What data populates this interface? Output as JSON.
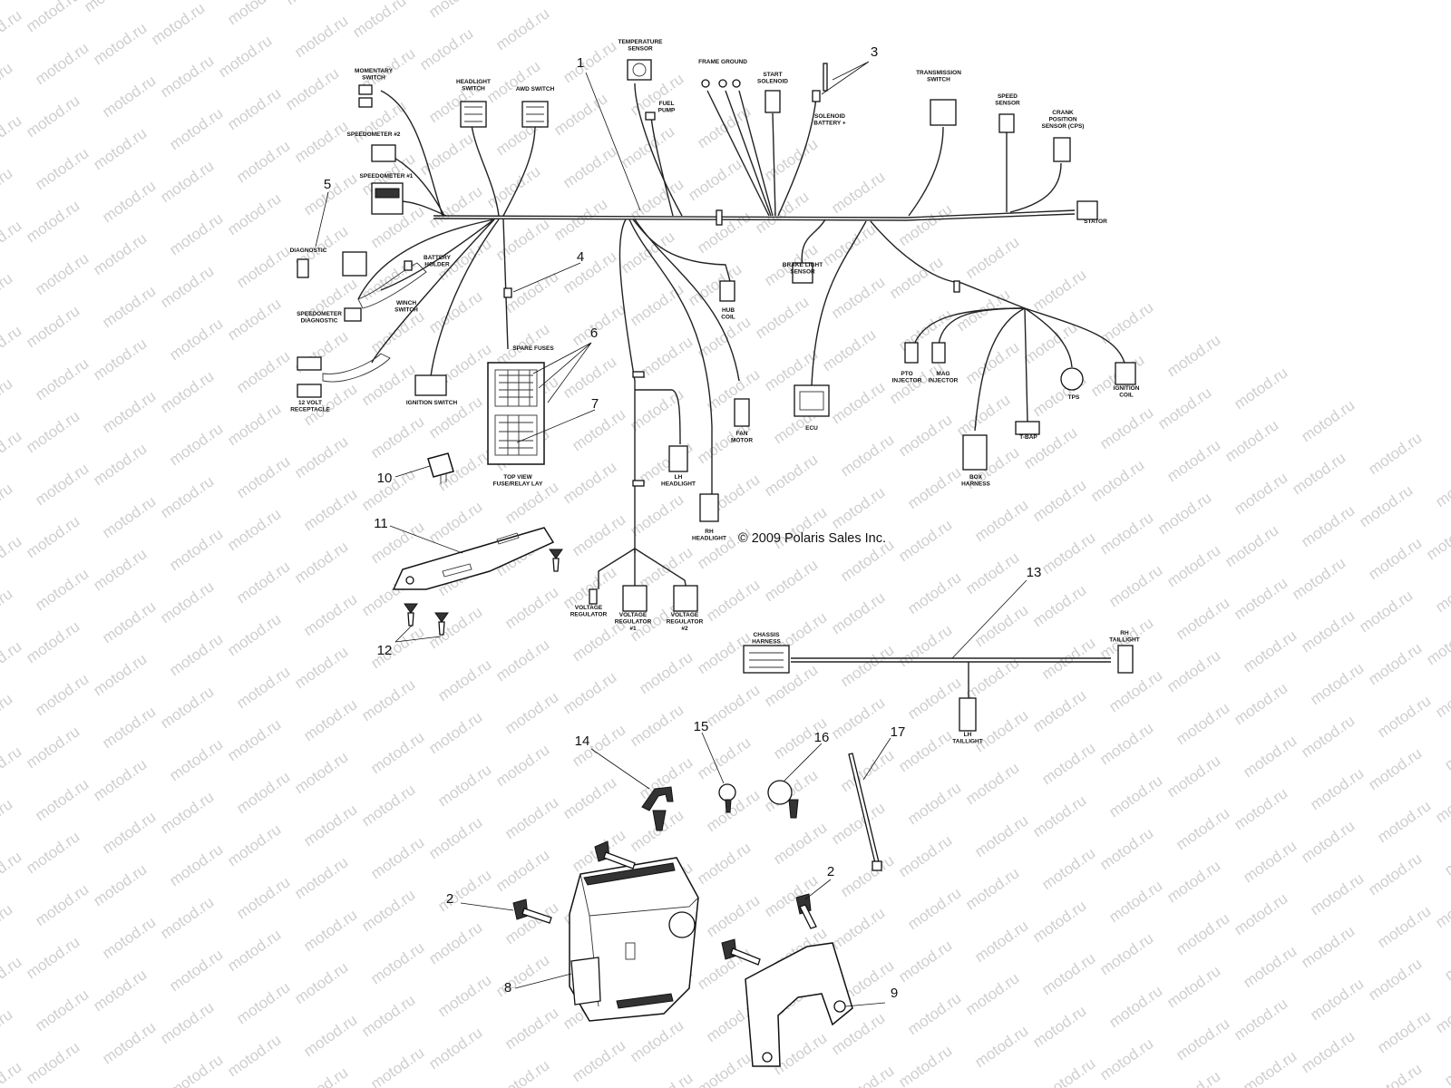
{
  "copyright": "© 2009 Polaris Sales Inc.",
  "watermark": "motod.ru",
  "colors": {
    "line": "#111111",
    "watermark": "#cfcfcf",
    "background": "#ffffff"
  },
  "labels": {
    "momentary_switch": [
      "MOMENTARY",
      "SWITCH"
    ],
    "headlight_switch": [
      "HEADLIGHT",
      "SWITCH"
    ],
    "awd_switch": [
      "AWD SWITCH"
    ],
    "temperature_sensor": [
      "TEMPERATURE",
      "SENSOR"
    ],
    "fuel_pump": [
      "FUEL",
      "PUMP"
    ],
    "frame_ground": [
      "FRAME GROUND"
    ],
    "start_solenoid": [
      "START",
      "SOLENOID"
    ],
    "solenoid_battery": [
      "SOLENOID",
      "BATTERY +"
    ],
    "transmission_switch": [
      "TRANSMISSION",
      "SWITCH"
    ],
    "speed_sensor": [
      "SPEED",
      "SENSOR"
    ],
    "crank_position_sensor": [
      "CRANK",
      "POSITION",
      "SENSOR (CPS)"
    ],
    "stator": [
      "STATOR"
    ],
    "speedometer_2": [
      "SPEEDOMETER #2"
    ],
    "speedometer_1": [
      "SPEEDOMETER #1"
    ],
    "diagnostic": [
      "DIAGNOSTIC"
    ],
    "battery_holder": [
      "BATTERY",
      "HOLDER"
    ],
    "speedometer_diagnostic": [
      "SPEEDOMETER",
      "DIAGNOSTIC"
    ],
    "winch_switch": [
      "WINCH",
      "SWITCH"
    ],
    "receptacle_12v": [
      "12 VOLT",
      "RECEPTACLE"
    ],
    "ignition_switch": [
      "IGNITION SWITCH"
    ],
    "spare_fuses": [
      "SPARE FUSES"
    ],
    "top_view": [
      "TOP VIEW",
      "FUSE/RELAY LAY"
    ],
    "hub_coil": [
      "HUB",
      "COIL"
    ],
    "brake_light_sensor": [
      "BRAKE LIGHT",
      "SENSOR"
    ],
    "fan_motor": [
      "FAN",
      "MOTOR"
    ],
    "ecu": [
      "ECU"
    ],
    "lh_headlight": [
      "LH",
      "HEADLIGHT"
    ],
    "rh_headlight": [
      "RH",
      "HEADLIGHT"
    ],
    "pto_injector": [
      "PTO",
      "INJECTOR"
    ],
    "mag_injector": [
      "MAG",
      "INJECTOR"
    ],
    "tps": [
      "TPS"
    ],
    "ignition_coil": [
      "IGNITION",
      "COIL"
    ],
    "tbap": [
      "T-BAP"
    ],
    "box_harness": [
      "BOX",
      "HARNESS"
    ],
    "voltage_regulator": [
      "VOLTAGE",
      "REGULATOR"
    ],
    "voltage_regulator_1": [
      "VOLTAGE",
      "REGULATOR",
      "#1"
    ],
    "voltage_regulator_2": [
      "VOLTAGE",
      "REGULATOR",
      "#2"
    ],
    "chassis_harness": [
      "CHASSIS",
      "HARNESS"
    ],
    "rh_taillight": [
      "RH",
      "TAILLIGHT"
    ],
    "lh_taillight": [
      "LH",
      "TAILLIGHT"
    ]
  },
  "callouts": [
    "1",
    "2",
    "2",
    "3",
    "4",
    "5",
    "6",
    "7",
    "8",
    "9",
    "10",
    "11",
    "12",
    "13",
    "14",
    "15",
    "16",
    "17"
  ]
}
